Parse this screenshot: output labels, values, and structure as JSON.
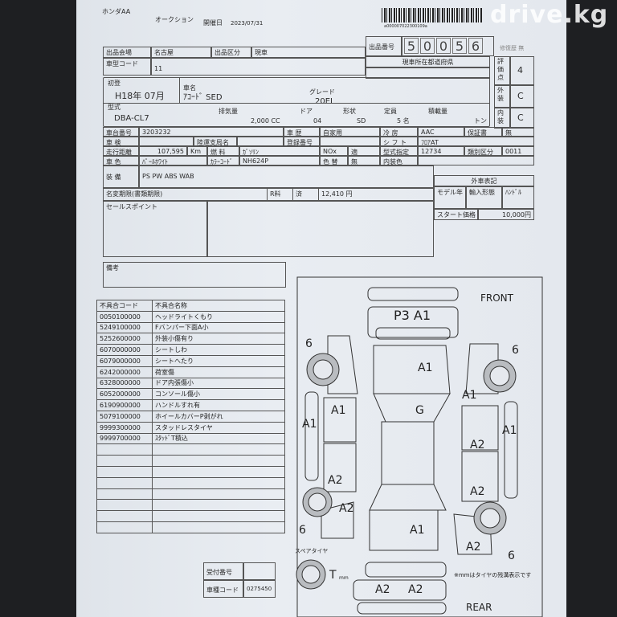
{
  "header": {
    "auction": "ホンダAA",
    "auction_label": "オークション",
    "date_label": "開催日",
    "date": "2023/07/31",
    "barcode_text": "a000007022300109a"
  },
  "watermark": "drive.kg",
  "lot": {
    "label": "出品番号",
    "digits": [
      "5",
      "0",
      "0",
      "5",
      "6"
    ],
    "extra": "修復歴 無"
  },
  "venue": {
    "label": "出品会場",
    "value": "名古屋",
    "type_label": "出品区分",
    "type_value": "現車",
    "pref_label": "現車所在都道府県"
  },
  "model_code": {
    "label": "車型コード",
    "value": "11"
  },
  "scores": {
    "overall_label": "評価点",
    "overall": "4",
    "exterior_label": "外装",
    "exterior": "C",
    "interior_label": "内装",
    "interior": "C"
  },
  "first_reg": {
    "label": "初登",
    "value": "H18年 07月"
  },
  "car_name": {
    "label": "車名",
    "value": "ｱｺｰﾄﾞ SED"
  },
  "grade": {
    "label": "グレード",
    "value": "20EL"
  },
  "model": {
    "label": "型式",
    "value": "DBA-CL7"
  },
  "spec": {
    "displacement_label": "排気量",
    "displacement": "2,000 CC",
    "door_label": "ドア",
    "door": "04",
    "shape_label": "形状",
    "shape": "SD",
    "capacity_label": "定員",
    "capacity": "5 名",
    "load_label": "積載量",
    "load_unit": "トン"
  },
  "details": {
    "chassis_label": "車台番号",
    "chassis": "3203232",
    "inspection_label": "車 検",
    "office_label": "陸運支局名",
    "history_label": "車 歴",
    "history": "自家用",
    "reg_no_label": "登録番号",
    "ac_label": "冷 房",
    "ac": "AAC",
    "warranty_label": "保証書",
    "warranty": "無",
    "shift_label": "シ フ ト",
    "shift": "ﾌﾛｱAT",
    "mileage_label": "走行距離",
    "mileage": "107,595",
    "mileage_unit": "Km",
    "fuel_label": "燃 料",
    "fuel": "ｶﾞｿﾘﾝ",
    "nox_label": "NOx",
    "nox": "適",
    "type_approval_label": "型式指定",
    "type_approval": "12734",
    "class_label": "類別区分",
    "class": "0011",
    "color_label": "車 色",
    "color": "ﾊﾟｰﾙﾎﾜｲﾄ",
    "color_code_label": "ｶﾗｰｺｰﾄﾞ",
    "color_code": "NH624P",
    "repaint_label": "色 替",
    "repaint": "無",
    "interior_color_label": "内装色",
    "equipment_label": "装 備",
    "equipment": "PS PW ABS WAB",
    "name_change_label": "名変期限(書類期限)",
    "recycle_label": "R料",
    "recycle_status": "済",
    "recycle_fee": "12,410 円",
    "sales_point_label": "セールスポイント",
    "import_label": "外車表記",
    "model_year_label": "モデル年",
    "import_type_label": "輸入形態",
    "handle_label": "ﾊﾝﾄﾞﾙ",
    "start_price_label": "スタート価格",
    "start_price": "10,000円"
  },
  "remarks_label": "備考",
  "defects": {
    "code_header": "不具合コード",
    "name_header": "不具合名称",
    "rows": [
      {
        "code": "0050100000",
        "name": "ヘッドライトくもり"
      },
      {
        "code": "5249100000",
        "name": "Fバンパー下面A小"
      },
      {
        "code": "5252600000",
        "name": "外装小傷有り"
      },
      {
        "code": "6070000000",
        "name": "シートしわ"
      },
      {
        "code": "6079000000",
        "name": "シートへたり"
      },
      {
        "code": "6242000000",
        "name": "荷室傷"
      },
      {
        "code": "6328000000",
        "name": "ドア内張傷小"
      },
      {
        "code": "6052000000",
        "name": "コンソール傷小"
      },
      {
        "code": "6190900000",
        "name": "ハンドルすれ有"
      },
      {
        "code": "5079100000",
        "name": "ホイールカバーP剥がれ"
      },
      {
        "code": "9999300000",
        "name": "スタッドレスタイヤ"
      },
      {
        "code": "9999700000",
        "name": "ｽﾀｯﾄﾞT積込"
      }
    ]
  },
  "reception": {
    "label": "受付番号",
    "value": "",
    "car_code_label": "車種コード",
    "car_code": "0275450"
  },
  "diagram": {
    "front": "FRONT",
    "rear": "REAR",
    "spare_label": "スペアタイヤ",
    "note": "※mmはタイヤの残溝表示です",
    "unit": "mm",
    "tires": {
      "front_left": "6",
      "front_right": "6",
      "rear_left": "6",
      "rear_right": "6",
      "spare": "T"
    },
    "marks": {
      "front_bumper": "P3 A1",
      "hood": "A1",
      "windshield": "G",
      "left_front_fender": "A1",
      "left_front_door": "A1",
      "left_rear_door": "A2",
      "left_rear_fender": "A2",
      "right_front_fender": "A1",
      "right_sill": "A1",
      "right_front_door": "A2",
      "right_rear_door": "A2",
      "right_rear_fender": "A2",
      "trunk": "A1",
      "rear_bumper_left": "A2",
      "rear_bumper_right": "A2"
    }
  }
}
